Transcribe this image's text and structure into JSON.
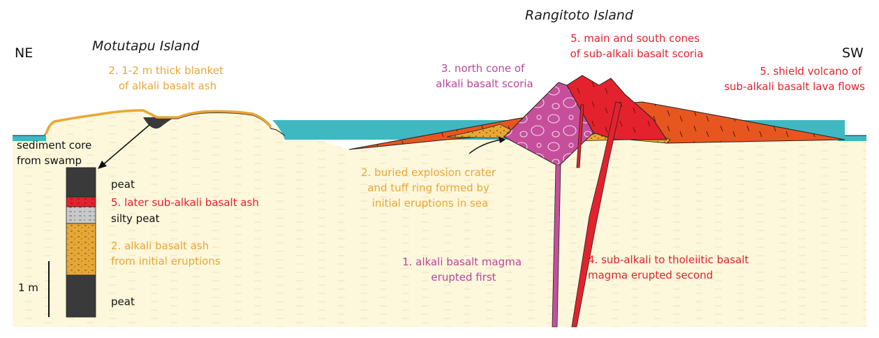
{
  "directions": {
    "left": "NE",
    "right": "SW"
  },
  "islands": {
    "motutapu": "Motutapu Island",
    "rangitoto": "Rangitoto Island"
  },
  "labels": {
    "ash_blanket": [
      "2. 1-2 m thick blanket",
      "of alkali basalt ash"
    ],
    "north_cone": [
      "3. north cone of",
      "alkali basalt scoria"
    ],
    "main_cones": [
      "5. main and south cones",
      "of sub-alkali basalt scoria"
    ],
    "shield": [
      "5. shield volcano of",
      "sub-alkali basalt lava flows"
    ],
    "sediment_core": [
      "sediment core",
      "from swamp"
    ],
    "crater": [
      "2. buried explosion crater",
      "and tuff ring formed by",
      "initial eruptions in sea"
    ],
    "alkali_magma": [
      "1. alkali  basalt magma",
      "erupted first"
    ],
    "subalkali_magma": [
      "4. sub-alkali to tholeiitic basalt",
      "magma erupted second"
    ]
  },
  "core_log": {
    "peat_top": "peat",
    "later_ash": "5. later sub-alkali basalt ash",
    "silty_peat": "silty peat",
    "alkali_ash": [
      "2. alkali basalt ash",
      "from initial eruptions"
    ],
    "peat_bottom": "peat",
    "scale": "1 m"
  },
  "colors": {
    "sediment": "#fdf7dc",
    "sea": "#3fb8c2",
    "ash_orange": "#e8a735",
    "alkali_pink": "#c64f9b",
    "subalkali_red": "#e3222e",
    "shield_orange": "#e8561f",
    "peat": "#3a3a3a",
    "alkali_text": "#b9469a",
    "red_text": "#e3222e",
    "orange_text": "#e8a735"
  }
}
